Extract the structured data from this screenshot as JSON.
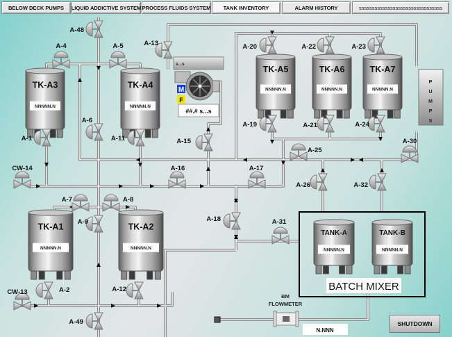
{
  "nav": [
    {
      "label": "BELOW DECK PUMPS"
    },
    {
      "label": "LIQUID ADDICTIVE SYSTEM"
    },
    {
      "label": "PROCESS FLUIDS SYSTEM"
    },
    {
      "label": "TANK INVENTORY"
    },
    {
      "label": "ALARM HISTORY"
    },
    {
      "label": "ssssssssssssssssssssssssssssssss"
    }
  ],
  "tanks": {
    "tk_a3": {
      "name": "TK-A3",
      "value": "NNNNN.N"
    },
    "tk_a4": {
      "name": "TK-A4",
      "value": "NNNNN.N"
    },
    "tk_a5": {
      "name": "TK-A5",
      "value": "NNNNN.N"
    },
    "tk_a6": {
      "name": "TK-A6",
      "value": "NNNNN.N"
    },
    "tk_a7": {
      "name": "TK-A7",
      "value": "NNNNN.N"
    },
    "tk_a1": {
      "name": "TK-A1",
      "value": "NNNNN.N"
    },
    "tk_a2": {
      "name": "TK-A2",
      "value": "NNNNN.N"
    },
    "tank_a": {
      "name": "TANK-A",
      "value": "NNNNN.N"
    },
    "tank_b": {
      "name": "TANK-B",
      "value": "NNNNN.N"
    }
  },
  "valves": {
    "a48": "A-48",
    "a4": "A-4",
    "a5": "A-5",
    "a13": "A-13",
    "a6": "A-6",
    "a1": "A-1",
    "a11": "A-11",
    "a15": "A-15",
    "a20": "A-20",
    "a22": "A-22",
    "a23": "A-23",
    "a19": "A-19",
    "a21": "A-21",
    "a24": "A-24",
    "a25": "A-25",
    "a30": "A-30",
    "a26": "A-26",
    "a32": "A-32",
    "cw14": "CW-14",
    "a16": "A-16",
    "a17": "A-17",
    "a7": "A-7",
    "a8": "A-8",
    "a9": "A-9",
    "a18": "A-18",
    "a31": "A-31",
    "cw13": "CW-13",
    "a2": "A-2",
    "a12": "A-12",
    "a49": "A-49"
  },
  "pump": {
    "name_text": "s...s",
    "mode_m": "M",
    "mode_f": "F",
    "rate_text": "##.# s...s",
    "mode_m_color": "#1a3fd6",
    "mode_f_color": "#f5e600"
  },
  "pumps_panel": {
    "letters": [
      "P",
      "U",
      "M",
      "P",
      "S"
    ]
  },
  "batch_mixer": {
    "title": "BATCH MIXER"
  },
  "flowmeter": {
    "label_line1": "BM",
    "label_line2": "FLOWMETER",
    "value": "N.NNN"
  },
  "shutdown": {
    "label": "SHUTDOWN"
  }
}
